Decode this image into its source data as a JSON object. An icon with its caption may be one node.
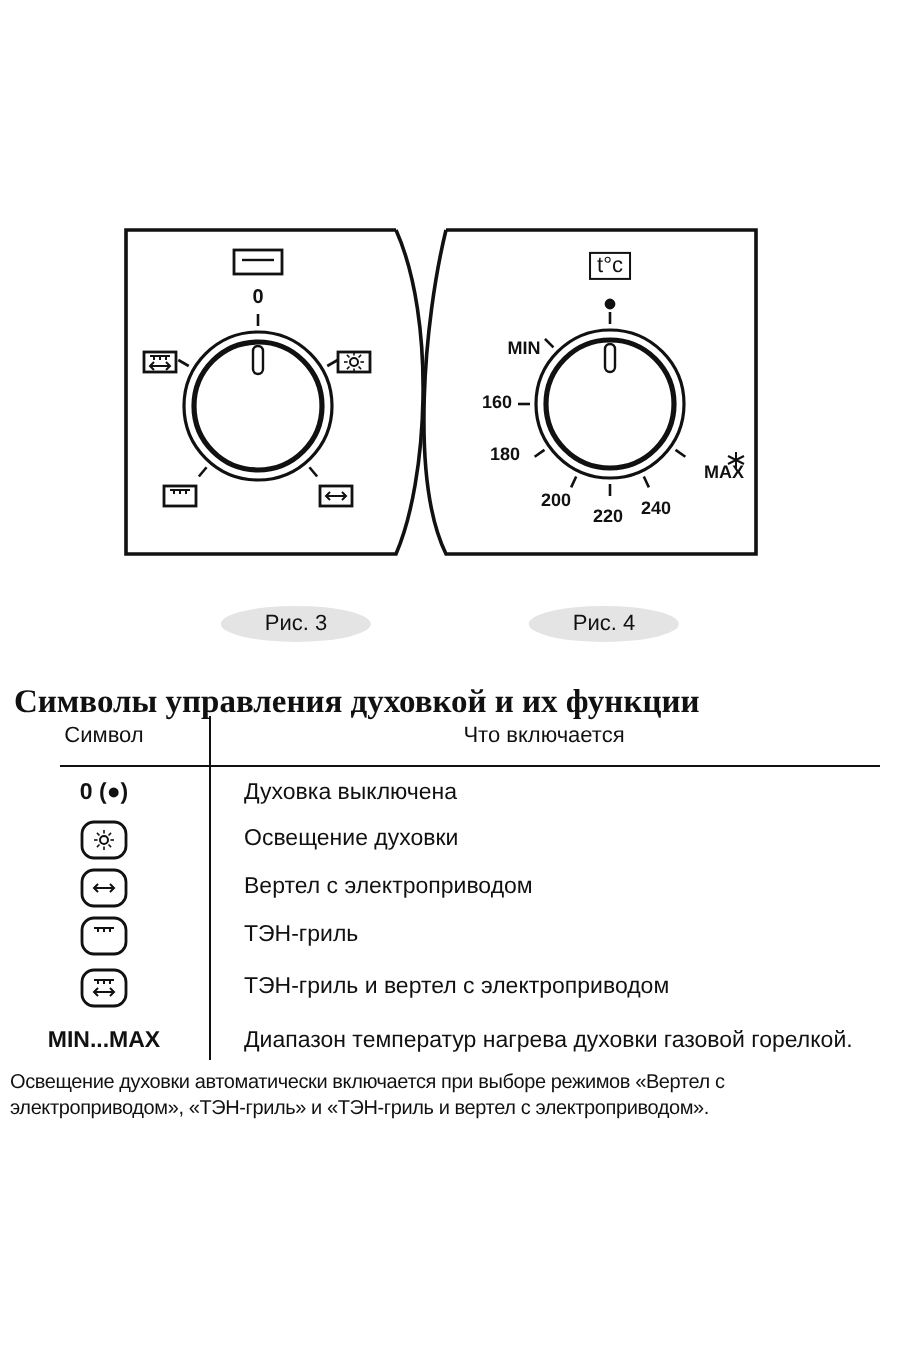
{
  "diagram": {
    "title": "Символы управления духовкой и их функции",
    "labels": [
      "0",
      "t°c",
      "MIN",
      "160",
      "180",
      "200",
      "220",
      "240",
      "MAX",
      "Рис. 3",
      "Рис. 4",
      "Символ",
      "Что включается",
      "0 (●)",
      "Духовка выключена",
      "Освещение духовки",
      "Вертел с электроприводом",
      "ТЭН-гриль",
      "ТЭН-гриль и вертел с электроприводом",
      "MIN...MAX",
      "Диапазон температур нагрева духовки газовой горелкой.",
      "Освещение духовки автоматически включается при выборе режимов «Вертел с электроприводом», «ТЭН-гриль» и «ТЭН-гриль и вертел с электроприводом»."
    ]
  }
}
